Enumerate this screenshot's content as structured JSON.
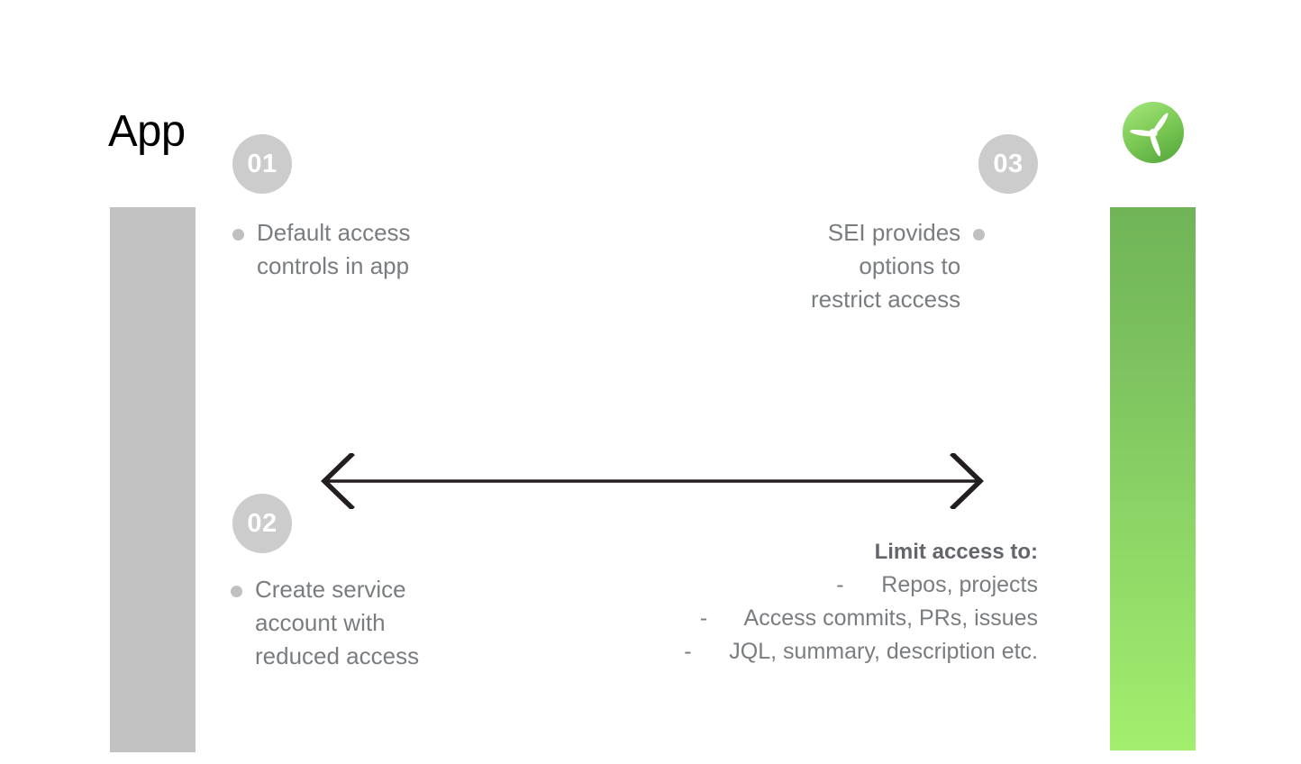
{
  "slide": {
    "title": "App",
    "background_color": "#ffffff"
  },
  "logo": {
    "icon": "propeller-logo-icon",
    "color_start": "#9fe07a",
    "color_end": "#63b544"
  },
  "bars": {
    "left": {
      "name": "gray-bar",
      "color": "#c2c2c2"
    },
    "right": {
      "name": "green-gradient-bar",
      "color_top": "#6fb457",
      "color_bottom": "#a2ef6e"
    }
  },
  "steps": [
    {
      "number": "01",
      "text": "Default access\ncontrols in app",
      "align": "left"
    },
    {
      "number": "02",
      "text": "Create service\naccount with\nreduced access",
      "align": "left"
    },
    {
      "number": "03",
      "text": "SEI provides\noptions to\nrestrict access",
      "align": "right"
    }
  ],
  "arrow": {
    "name": "double-headed-arrow",
    "direction": "bidirectional",
    "color": "#231f20"
  },
  "limit_access": {
    "heading": "Limit access to:",
    "items": [
      "-      Repos, projects",
      "-      Access commits, PRs, issues",
      "-      JQL, summary, description etc."
    ]
  },
  "colors": {
    "badge_bg": "#cccccc",
    "badge_text": "#ffffff",
    "body_text": "#7a7d80",
    "title_text": "#000000",
    "bullet_dot": "#c0c0c0"
  }
}
